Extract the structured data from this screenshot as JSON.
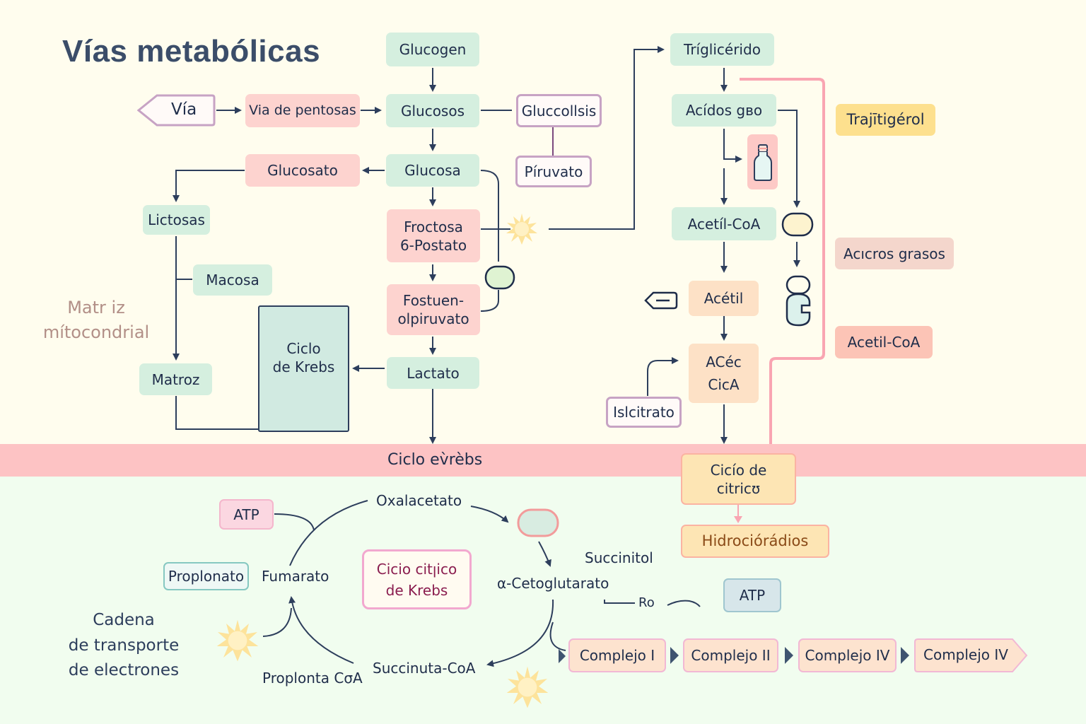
{
  "title": "Vías metabólicas",
  "zones": {
    "matrix_label_line1": "Matr iz",
    "matrix_label_line2": "mítocondrial",
    "band_label": "Ciclo ev̀rèbs",
    "transport_label_line1": "Cadena",
    "transport_label_line2": "de transporte",
    "transport_label_line3": "de electrones"
  },
  "nodes": {
    "via": "Vía",
    "via_pentosas": "Via de pentosas",
    "glucogen": "Glucogen",
    "glucosos": "Glucosos",
    "glucolisis": "Gluccollsis",
    "piruvato": "Píruvato",
    "glucosato": "Glucosato",
    "glucosa": "Glucosa",
    "lictosas": "Lictosas",
    "macosa": "Macosa",
    "fructosa_line1": "Froctosa",
    "fructosa_line2": "6-Postato",
    "fosfoenol_line1": "Fostuen-",
    "fosfoenol_line2": "olpiruvato",
    "ciclo_krebs_box_line1": "Ciclo",
    "ciclo_krebs_box_line2": "de Krebs",
    "matroz": "Matroz",
    "lactato": "Lactato",
    "trigliceridos": "Tríglicérido",
    "acidos_grasos": "Acídos gвo",
    "trajitigerol": "Trajītigérol",
    "acetil_coa_green": "Acetíl-CoA",
    "acicros_grasos": "Acıcros grasos",
    "acetil": "Acétil",
    "acec_line1": "ACéc",
    "acec_line2": "CicA",
    "acetil_coa_red": "Acetil-CoA",
    "isocitrato": "Islcitrato",
    "ciclo_citrico_line1": "Cicío de",
    "ciclo_citrico_line2": "citricʊ",
    "hidrocloradios": "Hidrociórádios"
  },
  "cycle": {
    "atp_pink": "ATP",
    "oxalacetato": "Oxalacetato",
    "propionato": "Proplonato",
    "fumarato": "Fumarato",
    "ciclo_citrico_krebs_line1": "Cicio citꞁico",
    "ciclo_citrico_krebs_line2": "de Krebs",
    "succinitol": "Succinitol",
    "alfa_cetoglutarato": "α-Cetoglutarato",
    "ro": "Ro",
    "atp_blue": "ATP",
    "succinil_coa": "Succinuta-CoA",
    "propionil_coa": "Proplonta CσA"
  },
  "complexes": [
    "Complejo I",
    "Complejo II",
    "Complejo IV",
    "Complejo IV"
  ],
  "icons": [
    "bottle-icon",
    "sun-icon",
    "capsule-icon",
    "tag-icon",
    "enzyme-icon"
  ],
  "colors": {
    "upper_bg": "#fffdee",
    "band_bg": "#fdc3c4",
    "lower_bg": "#f1fdef",
    "green_node": "#d5efdf",
    "pink_node": "#fdd3cf",
    "orange_node": "#fde1c6",
    "yellow_node": "#fde08e",
    "wire": "#2d3e5c",
    "pink_wire": "#f9a5b2"
  }
}
